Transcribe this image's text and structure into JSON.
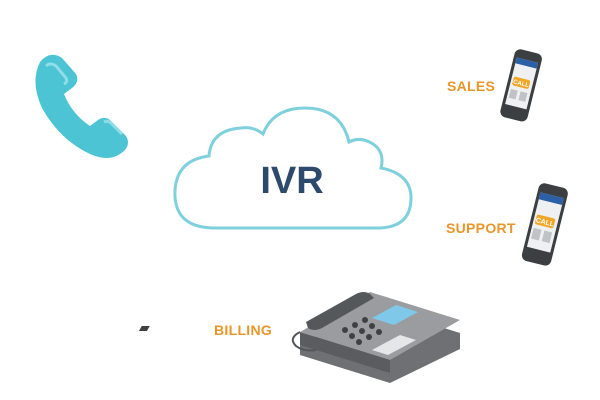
{
  "center": {
    "label": "IVR"
  },
  "destinations": [
    {
      "label": "SALES",
      "device": "smartphone",
      "badge": "CALL"
    },
    {
      "label": "SUPPORT",
      "device": "smartphone",
      "badge": "CALL"
    },
    {
      "label": "BILLING",
      "device": "desk-phone"
    }
  ],
  "colors": {
    "accent": "#e8962a",
    "cloud_stroke": "#7fd0de",
    "ivr_text": "#2d4a6d",
    "handset": "#4cc4d4"
  }
}
